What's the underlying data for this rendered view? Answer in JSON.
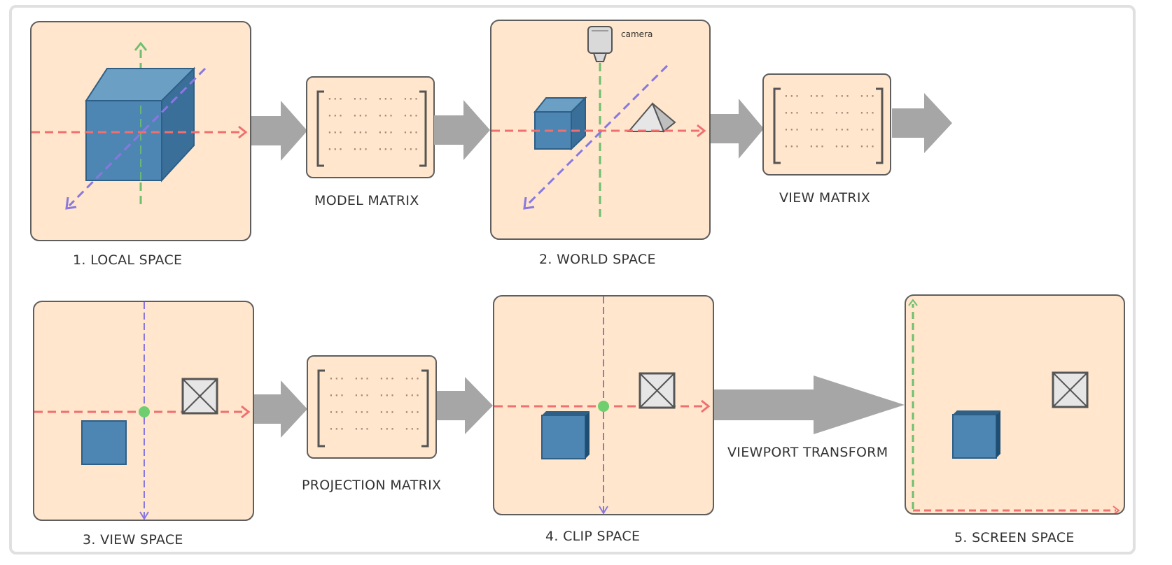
{
  "labels": {
    "local_space": "1. LOCAL SPACE",
    "model_matrix": "MODEL MATRIX",
    "world_space": "2. WORLD SPACE",
    "view_matrix": "VIEW MATRIX",
    "view_space": "3. VIEW SPACE",
    "projection_matrix": "PROJECTION MATRIX",
    "clip_space": "4. CLIP SPACE",
    "viewport_transform": "VIEWPORT TRANSFORM",
    "screen_space": "5. SCREEN SPACE",
    "camera": "camera"
  },
  "matrix_cell_text": "···",
  "colors": {
    "panel_fill": "#ffe6cc",
    "panel_border": "#5e5e5e",
    "flow_arrow": "#a6a6a6",
    "x_axis": "#f07070",
    "y_axis": "#6fbf6f",
    "z_axis": "#8878e0",
    "cube_front": "#4d86b3",
    "cube_side": "#3a6f99",
    "cube_top": "#6b9fc4"
  },
  "icons": [
    "camera-icon",
    "cube-icon",
    "pyramid-icon",
    "crossed-box-icon",
    "origin-dot-icon"
  ]
}
